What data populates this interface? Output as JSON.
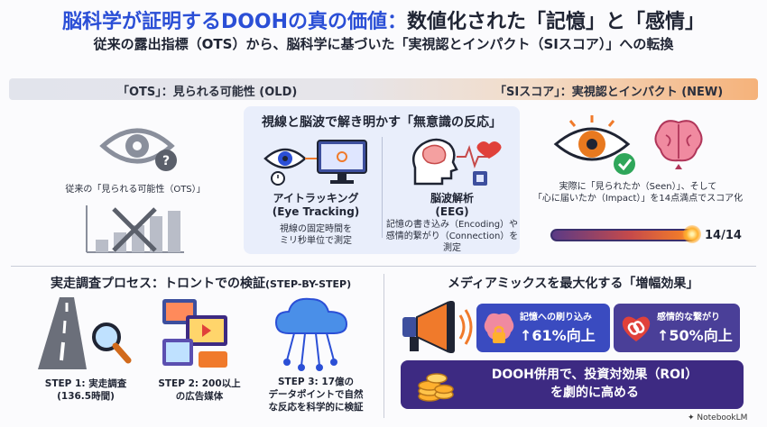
{
  "header": {
    "title_part1": "脳科学が証明するDOOHの真の価値：",
    "title_part2": "数値化された「記憶」と「感情」",
    "subtitle": "従来の露出指標（OTS）から、脳科学に基づいた「実視認とインパクト（SIスコア）」への転換"
  },
  "comparison_bar": {
    "left_label": "「OTS」：見られる可能性 (OLD)",
    "right_label": "「SIスコア」：実視認とインパクト (NEW)"
  },
  "old_panel": {
    "caption": "従来の「見られる可能性（OTS）」"
  },
  "center_panel": {
    "title": "視線と脳波で解き明かす「無意識の反応」",
    "eye_tracking": {
      "name": "アイトラッキング",
      "name_en": "(Eye Tracking)",
      "desc_line1": "視線の固定時間を",
      "desc_line2": "ミリ秒単位で測定"
    },
    "eeg": {
      "name": "脳波解析",
      "name_en": "(EEG)",
      "desc_line1": "記憶の書き込み（Encoding）や",
      "desc_line2": "感情的繋がり（Connection）を",
      "desc_line3": "測定"
    }
  },
  "new_panel": {
    "desc_line1": "実際に「見られたか（Seen）」、そして",
    "desc_line2": "「心に届いたか（Impact）」を14点満点でスコア化",
    "score_label": "14/14",
    "score_value": 14,
    "score_max": 14
  },
  "process": {
    "title": "実走調査プロセス：トロントでの検証",
    "title_suffix": "(STEP-BY-STEP)",
    "step1_line1": "STEP 1: 実走調査",
    "step1_line2": "(136.5時間)",
    "step2_line1": "STEP 2: 200以上",
    "step2_line2": "の広告媒体",
    "step3_line1": "STEP 3: 17億の",
    "step3_line2": "データポイントで自然",
    "step3_line3": "な反応を科学的に検証"
  },
  "media_mix": {
    "title": "メディアミックスを最大化する「増幅効果」",
    "memory_label": "記憶への刷り込み",
    "memory_value": "↑61%向上",
    "emotion_label": "感情的な繋がり",
    "emotion_value": "↑50%向上",
    "roi_line1": "DOOH併用で、投資対効果（ROI）",
    "roi_line2": "を劇的に高める"
  },
  "footer": {
    "brand": "NotebookLM"
  },
  "colors": {
    "title_blue": "#2b4fd6",
    "accent_orange": "#f07a2b",
    "deep_purple": "#3d2a82"
  }
}
